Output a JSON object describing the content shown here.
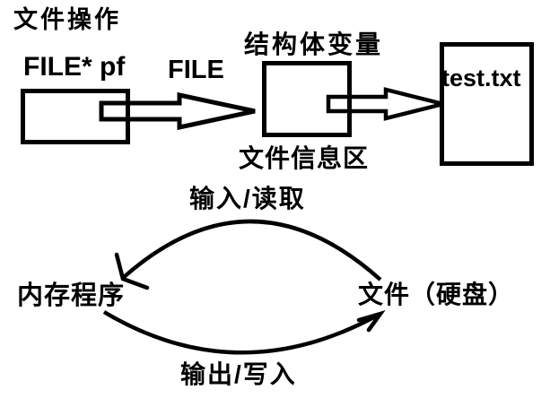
{
  "diagram": {
    "title": "文件操作",
    "top_flow": {
      "file_pointer_label": "FILE* pf",
      "file_type_label": "FILE",
      "struct_variable_label": "结构体变量",
      "file_info_label": "文件信息区",
      "file_name": "test.txt"
    },
    "bottom_flow": {
      "input_read_label": "输入/读取",
      "memory_label": "内存程序",
      "disk_file_label": "文件（硬盘）",
      "output_write_label": "输出/写入"
    },
    "colors": {
      "ink": "#000000",
      "background": "#ffffff"
    }
  }
}
